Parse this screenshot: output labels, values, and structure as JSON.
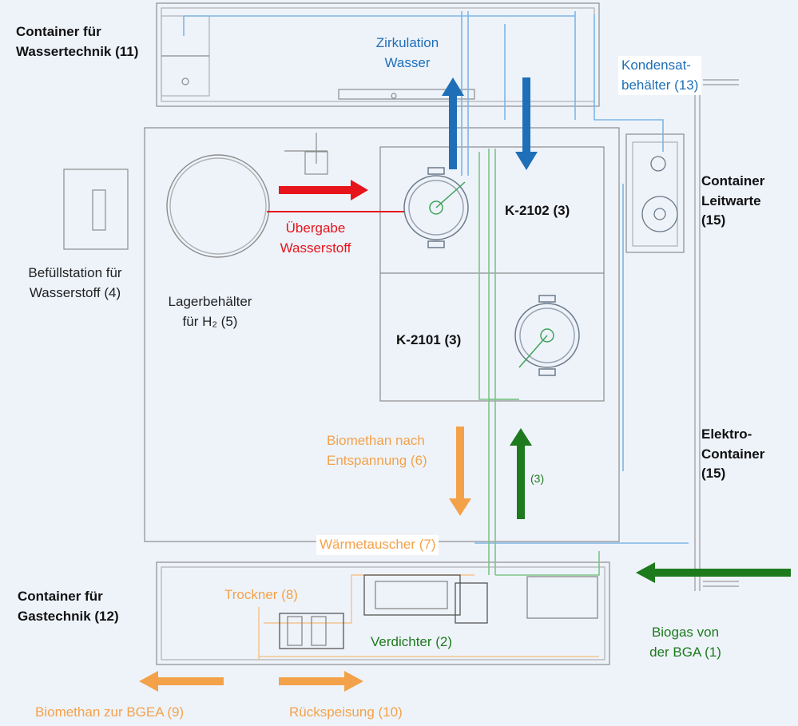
{
  "containers": {
    "wassertechnik": [
      "Container für",
      "Wassertechnik (11)"
    ],
    "gastechnik": [
      "Container für",
      "Gastechnik (12)"
    ],
    "leitwarte": [
      "Container",
      "Leitwarte",
      "(15)"
    ],
    "elektro": [
      "Elektro-",
      "Container",
      "(15)"
    ]
  },
  "equipment": {
    "k2102": "K-2102 (3)",
    "k2101": "K-2101 (3)",
    "kondensat": [
      "Kondensat-",
      "behälter (13)"
    ],
    "befuellstation": [
      "Befüllstation für",
      "Wasserstoff (4)"
    ],
    "lagerbehaelter": [
      "Lagerbehälter",
      "für H₂ (5)"
    ],
    "waermetauscher": "Wärmetauscher (7)",
    "trockner": "Trockner (8)",
    "verdichter": "Verdichter (2)"
  },
  "flows": {
    "zirkulation": [
      "Zirkulation",
      "Wasser"
    ],
    "uebergabe": [
      "Übergabe",
      "Wasserstoff"
    ],
    "biomethan_entspannung": [
      "Biomethan nach",
      "Entspannung (6)"
    ],
    "recycle": "(3)",
    "biogas": [
      "Biogas von",
      "der BGA (1)"
    ],
    "biomethan_bgea": "Biomethan zur BGEA (9)",
    "rueckspeisung": "Rückspeisung (10)"
  },
  "colors": {
    "water": "#1f6fb8",
    "hydrogen": "#e8141b",
    "biomethan": "#f3a24a",
    "biogas": "#1d7a1d",
    "outline": "#8c8c8c"
  }
}
